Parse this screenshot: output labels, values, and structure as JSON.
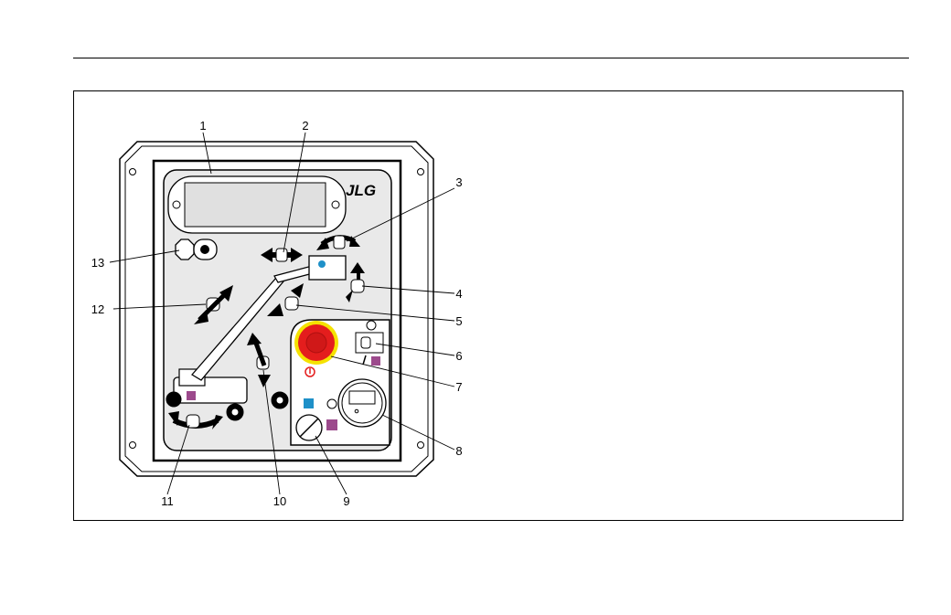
{
  "figure": {
    "brand_logo": "JLG",
    "callouts": [
      "1",
      "2",
      "3",
      "4",
      "5",
      "6",
      "7",
      "8",
      "9",
      "10",
      "11",
      "12",
      "13"
    ]
  },
  "colors": {
    "emergency_stop_red": "#e41d1d",
    "emergency_stop_ring": "#f5e200",
    "indicator_blue": "#1e90c8",
    "indicator_purple": "#9c4a8c",
    "panel_gray": "#e9e9e9"
  },
  "icons": [
    "platform-rotate-icon",
    "jib-swing-icon",
    "platform-level-icon",
    "telescope-icon",
    "emergency-stop-button",
    "power-select-switch-icon",
    "hour-meter",
    "key-switch-icon",
    "lift-icon",
    "swing-icon",
    "boom-lift-icon",
    "indicator-icon"
  ]
}
